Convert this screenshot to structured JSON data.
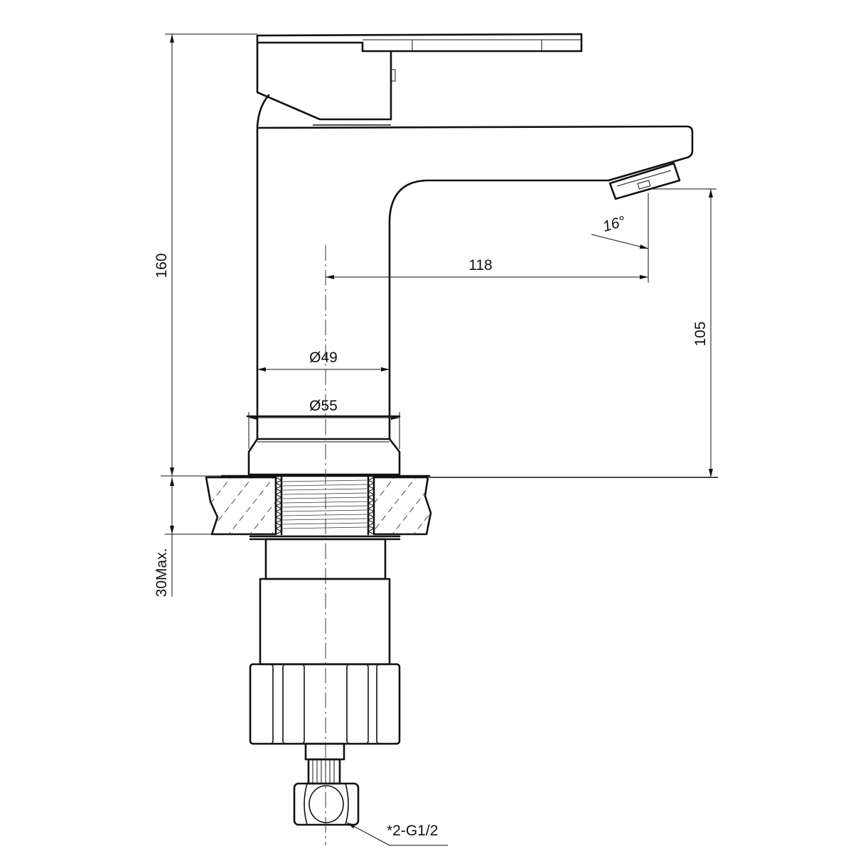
{
  "dimensions": {
    "total_height": "160",
    "spout_height": "105",
    "spout_reach": "118",
    "body_diameter": "Ø49",
    "base_diameter": "Ø55",
    "spout_angle": "16°",
    "max_counter_thickness": "30Max.",
    "connection": "*2-G1/2"
  }
}
